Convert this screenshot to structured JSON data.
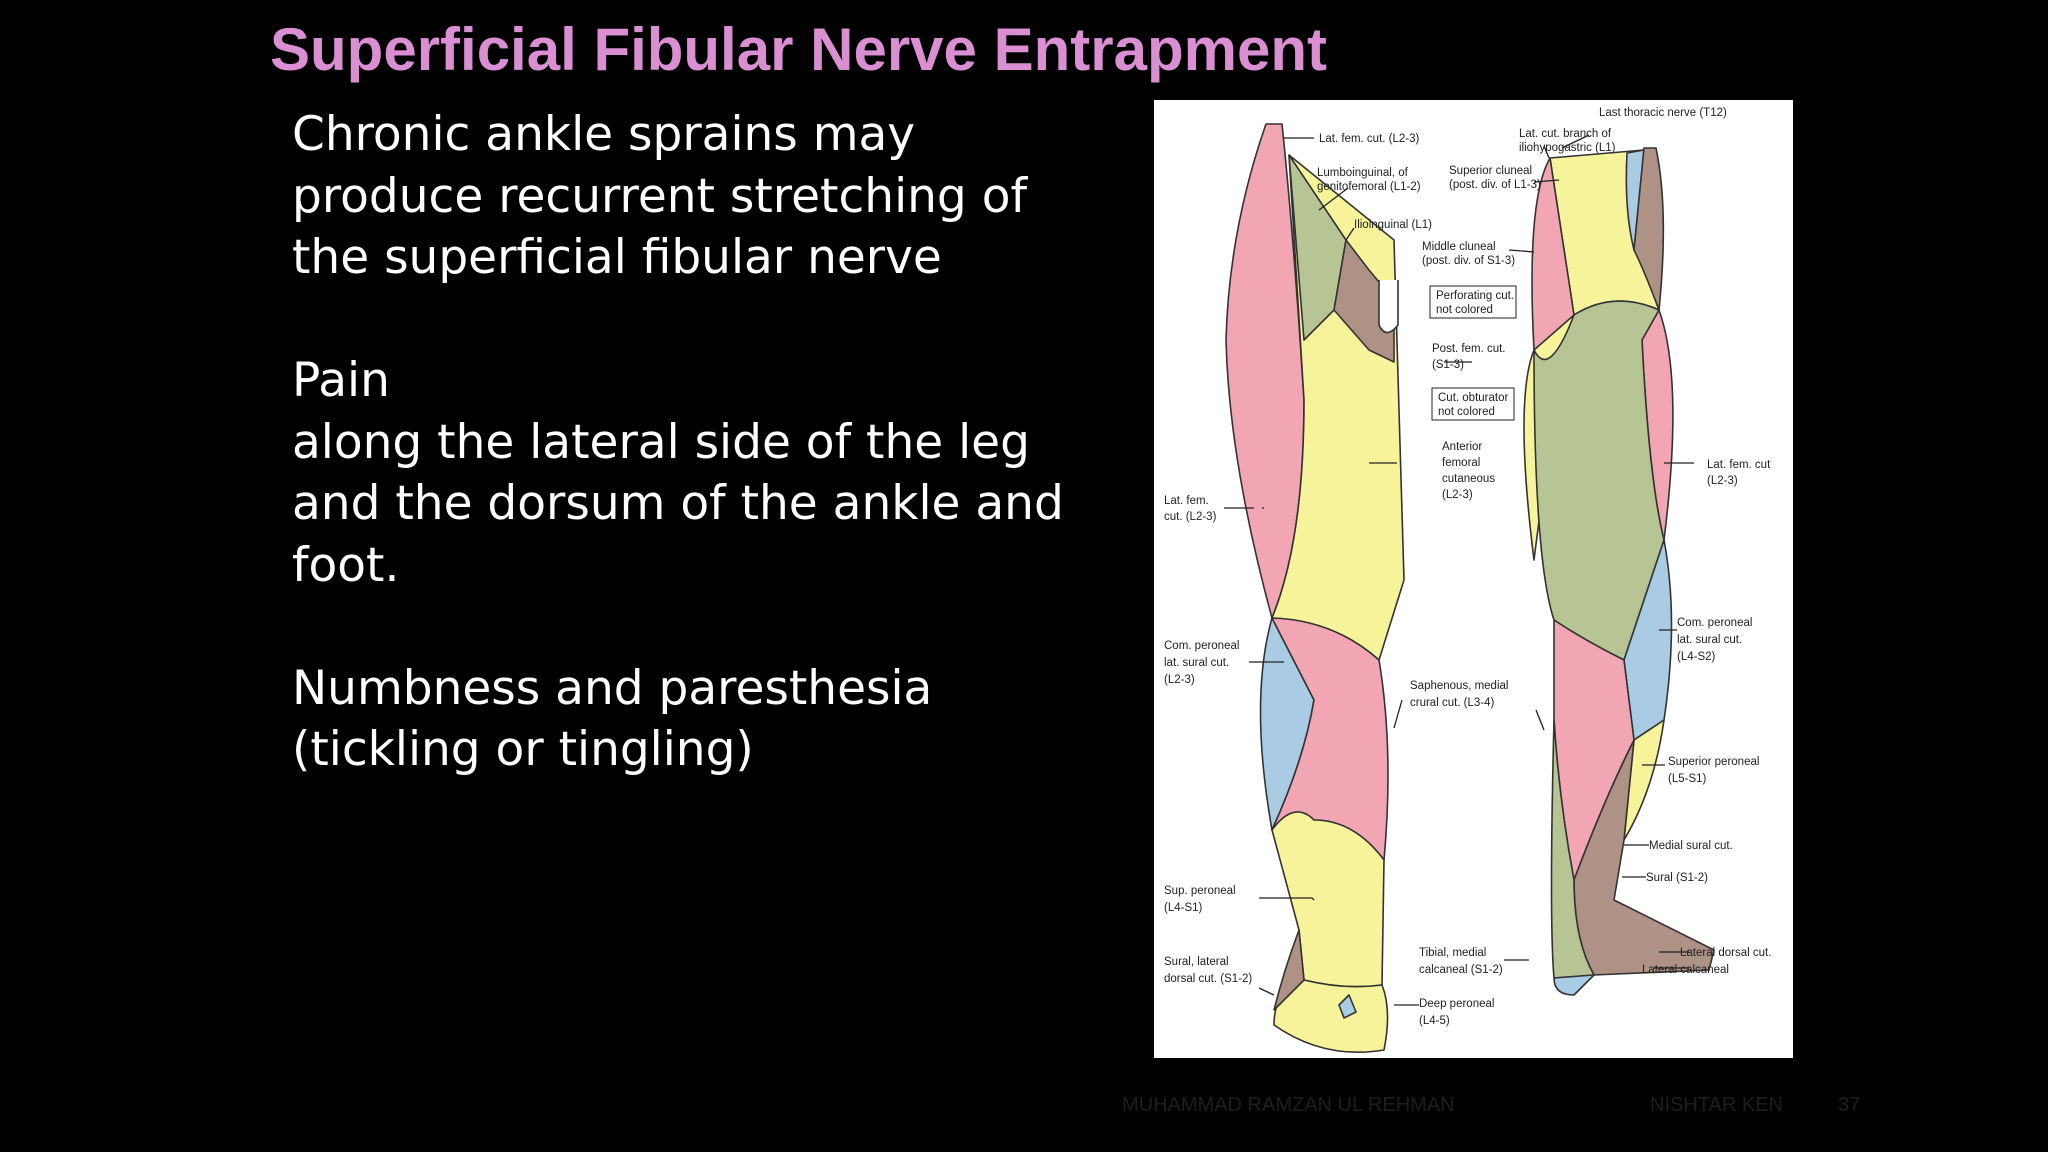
{
  "slide": {
    "title": "Superficial Fibular Nerve Entrapment",
    "body": [
      [
        "Chronic ankle sprains may",
        "produce recurrent stretching of",
        "the superficial fibular nerve"
      ],
      [
        "Pain",
        "along the lateral side of the leg",
        "and the dorsum of the ankle and",
        "foot."
      ],
      [
        "Numbness and paresthesia",
        "(tickling or tingling)"
      ]
    ]
  },
  "figure": {
    "labels": {
      "last_thoracic": "Last thoracic nerve (T12)",
      "lat_cut_branch": [
        "Lat. cut. branch of",
        "iliohypogastric (L1)"
      ],
      "lat_fem_cut_top": "Lat. fem. cut. (L2-3)",
      "lumboinguinal": [
        "Lumboinguinal, of",
        "genitofemoral (L1-2)"
      ],
      "superior_cluneal": [
        "Superior cluneal",
        "(post. div. of L1-3)"
      ],
      "ilioinguinal": "Ilioinguinal (L1)",
      "middle_cluneal": [
        "Middle cluneal",
        "(post. div. of S1-3)"
      ],
      "perforating": [
        "Perforating cut.",
        "not colored"
      ],
      "post_fem_cut": [
        "Post. fem. cut.",
        "(S1-3)"
      ],
      "cut_obturator": [
        "Cut. obturator",
        "not colored"
      ],
      "anterior_femoral": [
        "Anterior",
        "femoral",
        "cutaneous",
        "(L2-3)"
      ],
      "lat_fem_cut_right": [
        "Lat. fem. cut",
        "(L2-3)"
      ],
      "lat_fem_cut_left": [
        "Lat. fem.",
        "cut. (L2-3)"
      ],
      "com_peroneal_right": [
        "Com. peroneal",
        "lat. sural cut.",
        "(L4-S2)"
      ],
      "com_peroneal_left": [
        "Com. peroneal",
        "lat. sural cut.",
        "(L2-3)"
      ],
      "saphenous": [
        "Saphenous, medial",
        "crural cut. (L3-4)"
      ],
      "superior_peroneal": [
        "Superior peroneal",
        "(L5-S1)"
      ],
      "medial_sural": "Medial sural cut.",
      "sural": "Sural (S1-2)",
      "sup_peroneal": [
        "Sup. peroneal",
        "(L4-S1)"
      ],
      "lateral_dorsal": "Lateral dorsal cut.",
      "tibial_medial": [
        "Tibial, medial",
        "calcaneal (S1-2)"
      ],
      "lateral_calcaneal": "Lateral calcaneal",
      "sural_lateral": [
        "Sural, lateral",
        "dorsal cut. (S1-2)"
      ],
      "deep_peroneal": [
        "Deep peroneal",
        "(L4-5)"
      ]
    }
  },
  "footer": {
    "author": "MUHAMMAD RAMZAN UL REHMAN",
    "institution": "NISHTAR KEN",
    "page": "37"
  },
  "colors": {
    "title": "#d98fd1",
    "pink": "#f2a5b3",
    "yellow": "#f7f39a",
    "green": "#b7c595",
    "blue": "#a9cbe3",
    "brown": "#ad9285"
  }
}
